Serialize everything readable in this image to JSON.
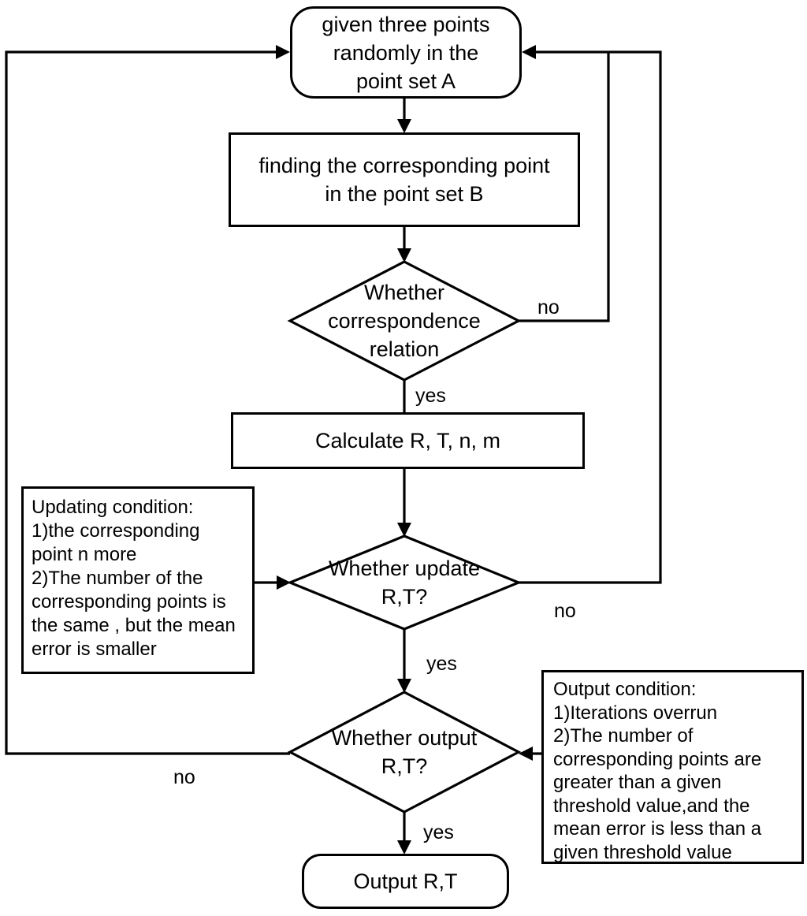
{
  "flowchart": {
    "type": "flowchart",
    "nodes": {
      "start": "given three points\nrandomly in the\npoint set A",
      "find_correspondence": "finding the corresponding point\nin the point set B",
      "decision_correspondence": "Whether\ncorrespondence\nrelation",
      "calculate": "Calculate R, T, n, m",
      "decision_update": "Whether update\nR,T?",
      "decision_output": "Whether output\nR,T?",
      "end": "Output R,T"
    },
    "annotations": {
      "updating_condition": "Updating condition:\n1)the corresponding\npoint n more\n2)The number of the\ncorresponding points is\nthe same , but the mean\nerror is smaller",
      "output_condition": "Output condition:\n1)Iterations overrun\n2)The number of\ncorresponding points are\ngreater than a given\nthreshold value,and the\nmean error is less than a\ngiven threshold value"
    },
    "edge_labels": {
      "correspondence_no": "no",
      "correspondence_yes": "yes",
      "update_no": "no",
      "update_yes": "yes",
      "output_no": "no",
      "output_yes": "yes"
    },
    "colors": {
      "stroke": "#000000",
      "background": "#ffffff",
      "text": "#000000"
    }
  }
}
